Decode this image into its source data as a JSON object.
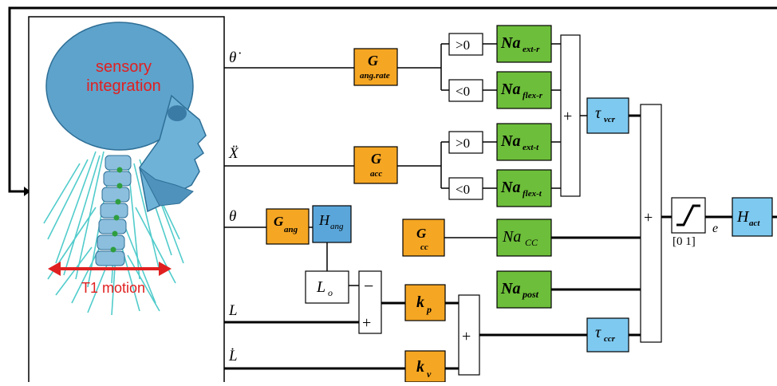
{
  "image_labels": {
    "line1": "sensory",
    "line2": "integration",
    "motion": "T1 motion"
  },
  "signals": {
    "theta_dot": "θ̇",
    "x_ddot": "Ẍ",
    "theta": "θ",
    "L": "L",
    "L_dot": "L̇",
    "e": "e"
  },
  "blocks": {
    "g_ang_rate": {
      "main": "G",
      "sub": "ang.rate"
    },
    "g_acc": {
      "main": "G",
      "sub": "acc"
    },
    "g_ang": {
      "main": "G",
      "sub": "ang"
    },
    "h_ang": {
      "main": "H",
      "sub": "ang"
    },
    "g_cc": {
      "main": "G",
      "sub": "cc"
    },
    "l_o": {
      "main": "L",
      "sub": "o"
    },
    "k_p": {
      "main": "k",
      "sub": "p"
    },
    "k_v": {
      "main": "k",
      "sub": "v"
    },
    "gt0_a": ">0",
    "lt0_a": "<0",
    "gt0_b": ">0",
    "lt0_b": "<0",
    "na_ext_r": {
      "main": "Na",
      "sub": "ext-r"
    },
    "na_flex_r": {
      "main": "Na",
      "sub": "flex-r"
    },
    "na_ext_t": {
      "main": "Na",
      "sub": "ext-t"
    },
    "na_flex_t": {
      "main": "Na",
      "sub": "flex-t"
    },
    "na_cc": {
      "main": "Na",
      "sub": "CC"
    },
    "na_post": {
      "main": "Na",
      "sub": "post"
    },
    "tau_vcr": {
      "main": "τ",
      "sub": "vcr"
    },
    "tau_ccr": {
      "main": "τ",
      "sub": "ccr"
    },
    "h_act": {
      "main": "H",
      "sub": "act"
    },
    "sum1": "+",
    "sum2": "+",
    "sum3": "+",
    "sum_lo_minus": "−",
    "sum_lo_plus": "+",
    "sat_range": "[0 1]"
  },
  "colors": {
    "orange": "#F5A623",
    "green": "#6DBE3A",
    "blue": "#7EC9F0",
    "blue_dark": "#5AA6DA",
    "label_red": "#E02020"
  }
}
